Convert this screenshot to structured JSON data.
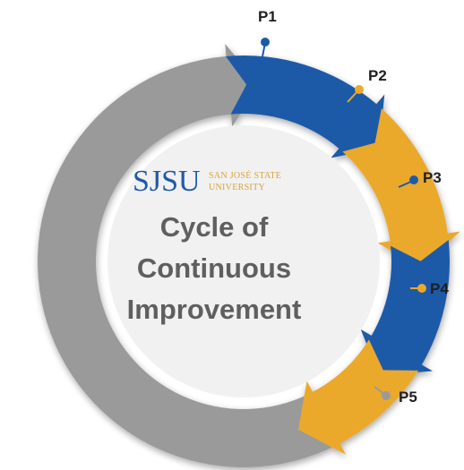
{
  "logo": {
    "main": "SJSU",
    "sub_line1": "SAN JOSÉ STATE",
    "sub_line2": "UNIVERSITY"
  },
  "title": {
    "line1": "Cycle of",
    "line2": "Continuous",
    "line3": "Improvement"
  },
  "phases": [
    {
      "label": "P1",
      "color": "#1f5aa8"
    },
    {
      "label": "P2",
      "color": "#eaa92a"
    },
    {
      "label": "P3",
      "color": "#1f5aa8"
    },
    {
      "label": "P4",
      "color": "#eaa92a"
    },
    {
      "label": "P5",
      "color": "#9a9a9a"
    }
  ],
  "colors": {
    "blue": "#1f5aa8",
    "gold": "#eaa92a",
    "gray_ring": "#9a9a9a",
    "inner_circle": "#f1f1f1",
    "title_text": "#5f5f5f",
    "logo_blue": "#1f5aa8",
    "logo_gold": "#d9a33a"
  }
}
